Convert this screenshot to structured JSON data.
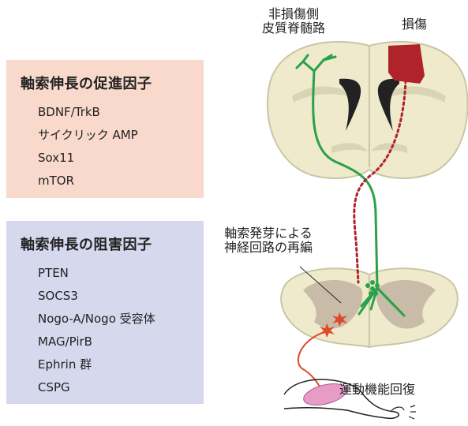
{
  "promoters": {
    "title": "軸索伸長の促進因子",
    "items": [
      "BDNF/TrkB",
      "サイクリック AMP",
      "Sox11",
      "mTOR"
    ]
  },
  "inhibitors": {
    "title": "軸索伸長の阻害因子",
    "items": [
      "PTEN",
      "SOCS3",
      "Nogo-A/Nogo 受容体",
      "MAG/PirB",
      "Ephrin 群",
      "CSPG"
    ]
  },
  "labels": {
    "uninjured_line1": "非損傷側",
    "uninjured_line2": "皮質脊髄路",
    "injury": "損傷",
    "sprouting_line1": "軸索発芽による",
    "sprouting_line2": "神経回路の再編",
    "recovery": "運動機能回復"
  },
  "colors": {
    "promoter_bg": "#f8d9cb",
    "inhibitor_bg": "#d6d8ee",
    "tissue": "#eeeacb",
    "tract_green": "#2aa14a",
    "lesion_red": "#b0232a",
    "motor_neuron": "#e04a2a",
    "muscle": "#e79bc7"
  }
}
